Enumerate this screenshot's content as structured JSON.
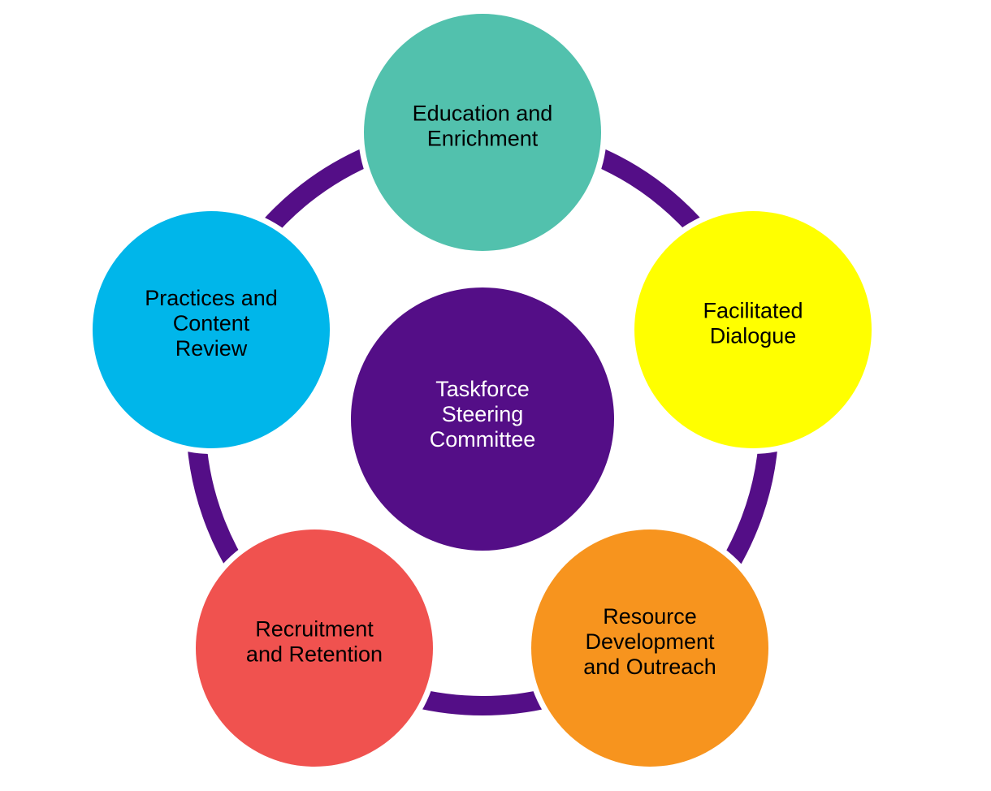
{
  "diagram": {
    "center": {
      "id": "taskforce-steering-committee",
      "lines": [
        "Taskforce",
        "Steering",
        "Committee"
      ],
      "color": "#540E87",
      "text_color": "#FFFFFF"
    },
    "ring_color": "#540E87",
    "nodes": [
      {
        "id": "education-and-enrichment",
        "lines": [
          "Education and",
          "Enrichment"
        ],
        "color": "#52C1AD",
        "text_color": "#000000"
      },
      {
        "id": "facilitated-dialogue",
        "lines": [
          "Facilitated",
          "Dialogue"
        ],
        "color": "#FFFF00",
        "text_color": "#000000"
      },
      {
        "id": "resource-development-and-outreach",
        "lines": [
          "Resource",
          "Development",
          "and Outreach"
        ],
        "color": "#F7941E",
        "text_color": "#000000"
      },
      {
        "id": "recruitment-and-retention",
        "lines": [
          "Recruitment",
          "and Retention"
        ],
        "color": "#F0524F",
        "text_color": "#000000"
      },
      {
        "id": "practices-and-content-review",
        "lines": [
          "Practices and",
          "Content",
          "Review"
        ],
        "color": "#00B6EA",
        "text_color": "#000000"
      }
    ]
  }
}
